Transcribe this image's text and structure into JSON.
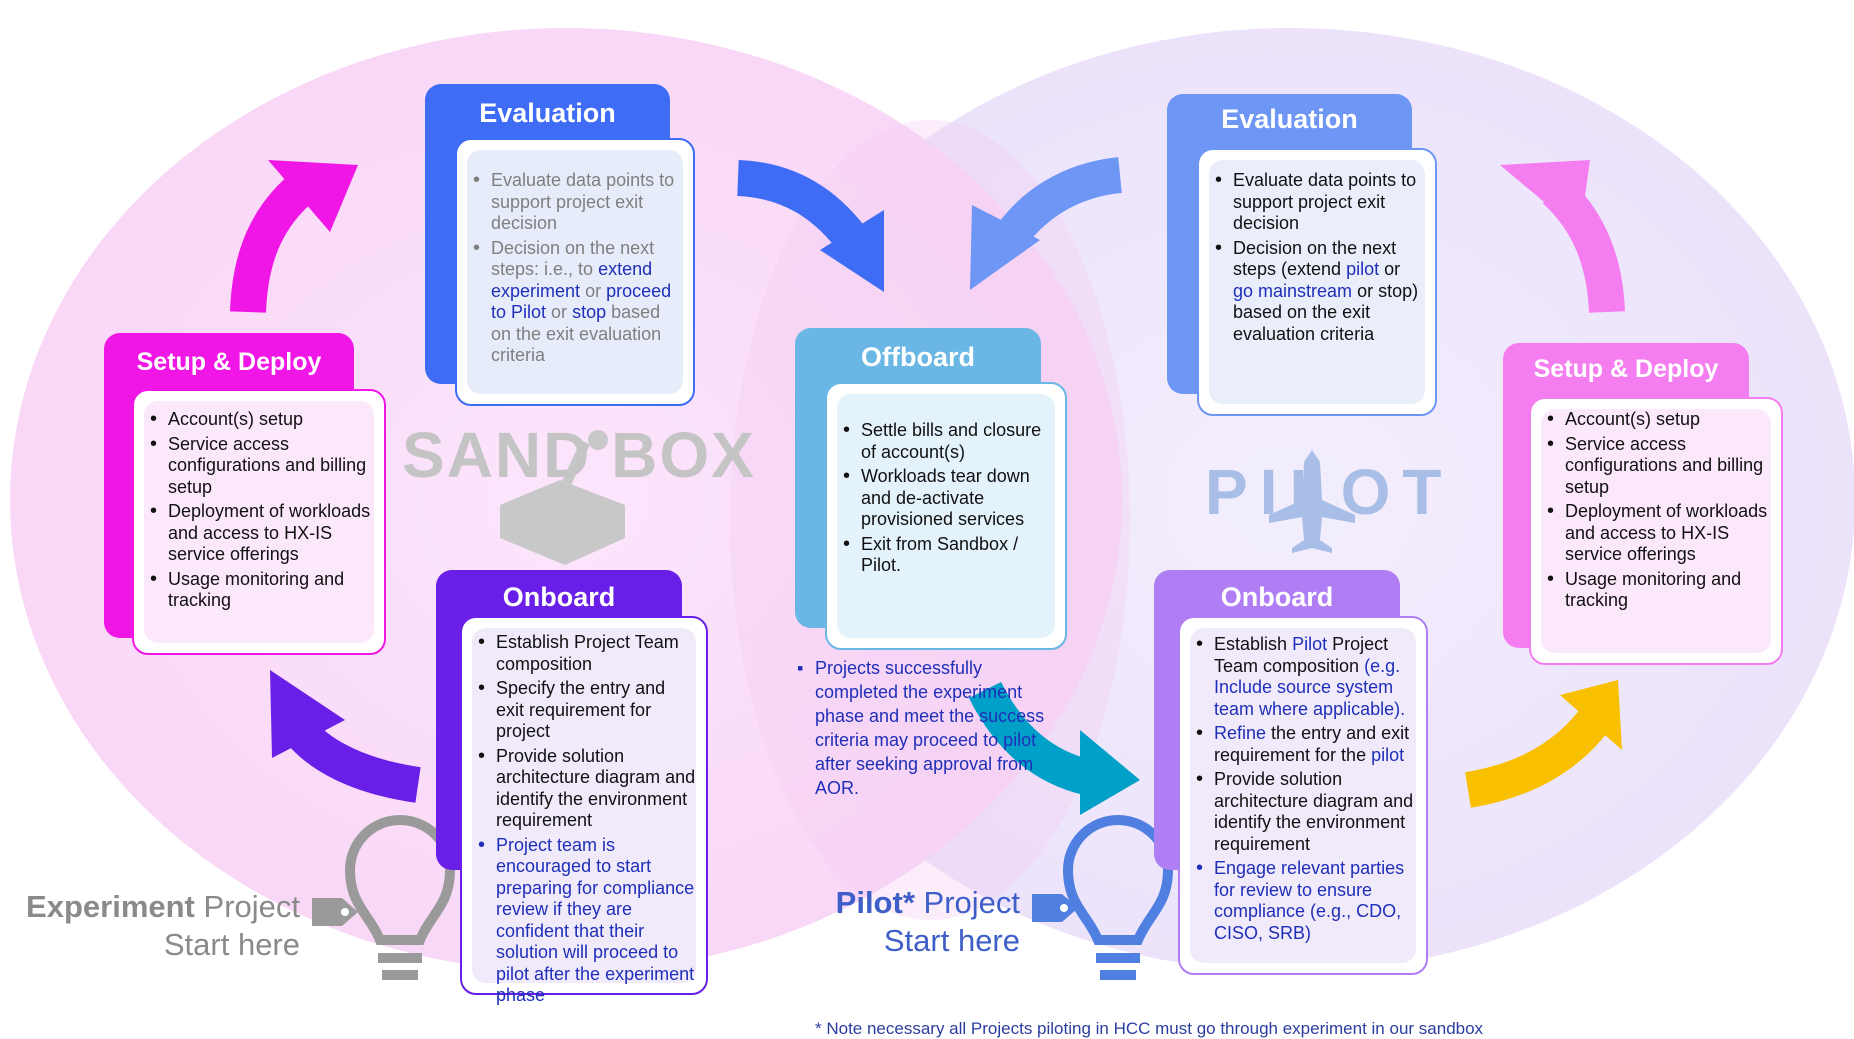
{
  "colors": {
    "sandbox_bg": "#fbd9fb",
    "pilot_bg": "#ece4fb",
    "magenta": "#f016e6",
    "royal_blue": "#3e6cf4",
    "violet": "#6a1fe8",
    "sky_blue": "#6ab6e4",
    "periwinkle": "#6e96f4",
    "lilac": "#b07ef4",
    "pink": "#f47ef0",
    "amber": "#f8c000",
    "teal": "#00a0c8",
    "blue_text": "#1f2fb8"
  },
  "sandbox_label": "SAND BOX",
  "pilot_label": "PILOT",
  "left": {
    "evaluation": {
      "title": "Evaluation",
      "item1": "Evaluate data points to support project exit decision",
      "item2_a": "Decision on the next steps: i.e., to",
      "item2_link1": "extend experiment",
      "item2_b": "or",
      "item2_link2": "proceed to Pilot",
      "item2_c": "or",
      "item2_link3": "stop",
      "item2_d": "based on the exit evaluation criteria"
    },
    "setup": {
      "title": "Setup & Deploy",
      "items": [
        "Account(s) setup",
        "Service access configurations and billing setup",
        "Deployment of workloads and access to HX-IS service offerings",
        "Usage monitoring and tracking"
      ]
    },
    "onboard": {
      "title": "Onboard",
      "items": [
        "Establish Project Team composition",
        "Specify the entry and exit requirement for project",
        "Provide solution architecture diagram and identify the environment requirement"
      ],
      "blue_item": "Project team is encouraged to start preparing for compliance review if they are confident that their solution will proceed to pilot after the experiment phase"
    },
    "start_label_bold": "Experiment",
    "start_label_rest": "Project",
    "start_here": "Start here"
  },
  "middle": {
    "offboard": {
      "title": "Offboard",
      "items": [
        "Settle bills and closure of account(s)",
        "Workloads tear down and de-activate provisioned services",
        "Exit from Sandbox / Pilot."
      ]
    },
    "transition_note": "Projects successfully completed the experiment phase and meet the success criteria may proceed to pilot after seeking approval from AOR."
  },
  "right": {
    "evaluation": {
      "title": "Evaluation",
      "item1": "Evaluate data points to support project exit decision",
      "item2_a": "Decision on the next steps (extend",
      "item2_link1": "pilot",
      "item2_b": "or",
      "item2_link2": "go mainstream",
      "item2_c": "or stop) based on the exit evaluation criteria"
    },
    "setup": {
      "title": "Setup & Deploy",
      "items": [
        "Account(s) setup",
        "Service access configurations and billing setup",
        "Deployment of workloads and access to HX-IS service offerings",
        "Usage monitoring and tracking"
      ]
    },
    "onboard": {
      "title": "Onboard",
      "item1_a": "Establish",
      "item1_link": "Pilot",
      "item1_b": "Project Team composition",
      "item1_blue": "(e.g. Include source system team where applicable).",
      "item2_link": "Refine",
      "item2_a": "the entry and exit requirement for the",
      "item2_link2": "pilot",
      "item3": "Provide solution architecture diagram and identify the environment requirement",
      "item4_blue": "Engage relevant parties for review to ensure compliance (e.g., CDO, CISO, SRB)"
    },
    "start_label_bold": "Pilot*",
    "start_label_rest": "Project",
    "start_here": "Start here"
  },
  "footnote": "* Note necessary all Projects piloting in HCC must go through experiment in our sandbox"
}
